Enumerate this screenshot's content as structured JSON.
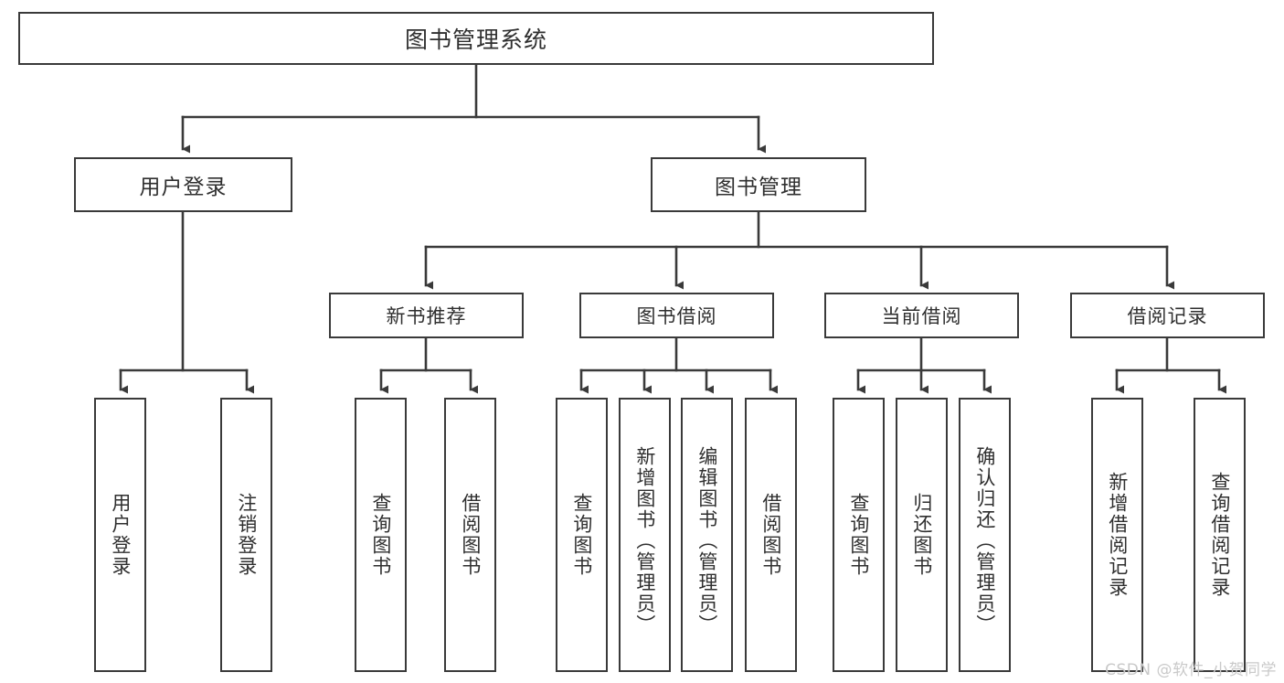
{
  "diagram": {
    "title": "图书管理系统",
    "type": "hierarchy-tree",
    "colors": {
      "background": "#ffffff",
      "box_border": "#3a3a3a",
      "connector": "#3a3a3a",
      "text": "#2f2f2f",
      "watermark": "#c9c9c9"
    },
    "root": {
      "label": "图书管理系统"
    },
    "level2": [
      {
        "label": "用户登录"
      },
      {
        "label": "图书管理"
      }
    ],
    "level3": [
      {
        "label": "新书推荐"
      },
      {
        "label": "图书借阅"
      },
      {
        "label": "当前借阅"
      },
      {
        "label": "借阅记录"
      }
    ],
    "leaves": {
      "user_login": [
        {
          "label": "用户登录"
        },
        {
          "label": "注销登录"
        }
      ],
      "new_book_recommend": [
        {
          "label": "查询图书"
        },
        {
          "label": "借阅图书"
        }
      ],
      "book_borrow": [
        {
          "label": "查询图书"
        },
        {
          "label": "新增图书（管理员）"
        },
        {
          "label": "编辑图书（管理员）"
        },
        {
          "label": "借阅图书"
        }
      ],
      "current_borrow": [
        {
          "label": "查询图书"
        },
        {
          "label": "归还图书"
        },
        {
          "label": "确认归还（管理员）"
        }
      ],
      "borrow_record": [
        {
          "label": "新增借阅记录"
        },
        {
          "label": "查询借阅记录"
        }
      ]
    },
    "watermark": "CSDN @软件_小贺同学"
  }
}
